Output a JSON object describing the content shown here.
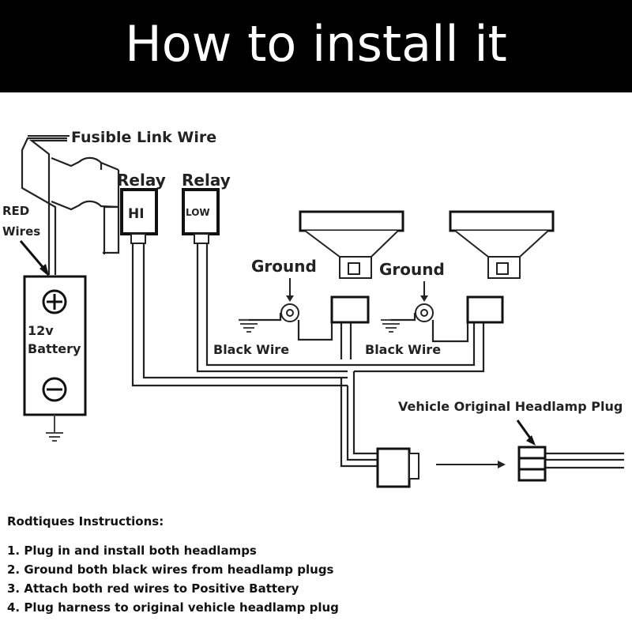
{
  "header": {
    "title": "How to install it"
  },
  "diagram": {
    "fusible_link_label": "Fusible Link Wire",
    "relay_hi": {
      "label": "Relay",
      "box": "HI"
    },
    "relay_low": {
      "label": "Relay",
      "box": "LOW"
    },
    "red_wires_label": [
      "RED",
      "Wires"
    ],
    "battery": {
      "label": [
        "12v",
        "Battery"
      ],
      "positive_symbol": "+",
      "negative_symbol": "−"
    },
    "ground_labels": [
      "Ground",
      "Ground"
    ],
    "black_wire_labels": [
      "Black Wire",
      "Black Wire"
    ],
    "plug_label": "Vehicle Original Headlamp Plug"
  },
  "instructions": {
    "title": "Rodtiques Instructions:",
    "items": [
      "1. Plug in and install both headlamps",
      "2. Ground both black wires from headlamp plugs",
      "3. Attach both red wires to Positive Battery",
      "4. Plug harness to original vehicle headlamp plug"
    ]
  }
}
